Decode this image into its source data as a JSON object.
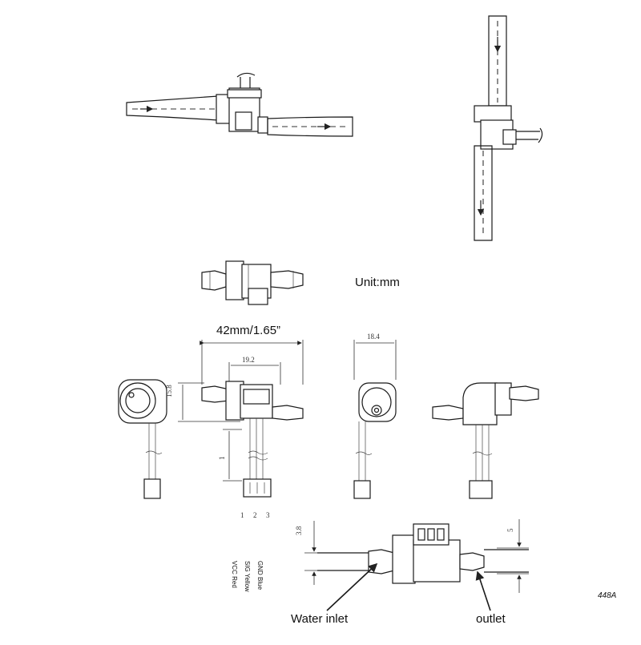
{
  "labels": {
    "unit": "Unit:mm",
    "length": "42mm/1.65”",
    "dim_19_2": "19.2",
    "dim_18_4": "18.4",
    "dim_15_8": "15.8",
    "dim_1": "1",
    "dim_3_8": "3.8",
    "dim_5": "5",
    "water_inlet": "Water inlet",
    "outlet": "outlet",
    "code": "448A"
  },
  "pins": [
    {
      "number": "1",
      "label": "VCC Red"
    },
    {
      "number": "2",
      "label": "SIG Yellow"
    },
    {
      "number": "3",
      "label": "GND Blue"
    }
  ],
  "colors": {
    "line": "#1a1a1a",
    "background": "#ffffff"
  }
}
